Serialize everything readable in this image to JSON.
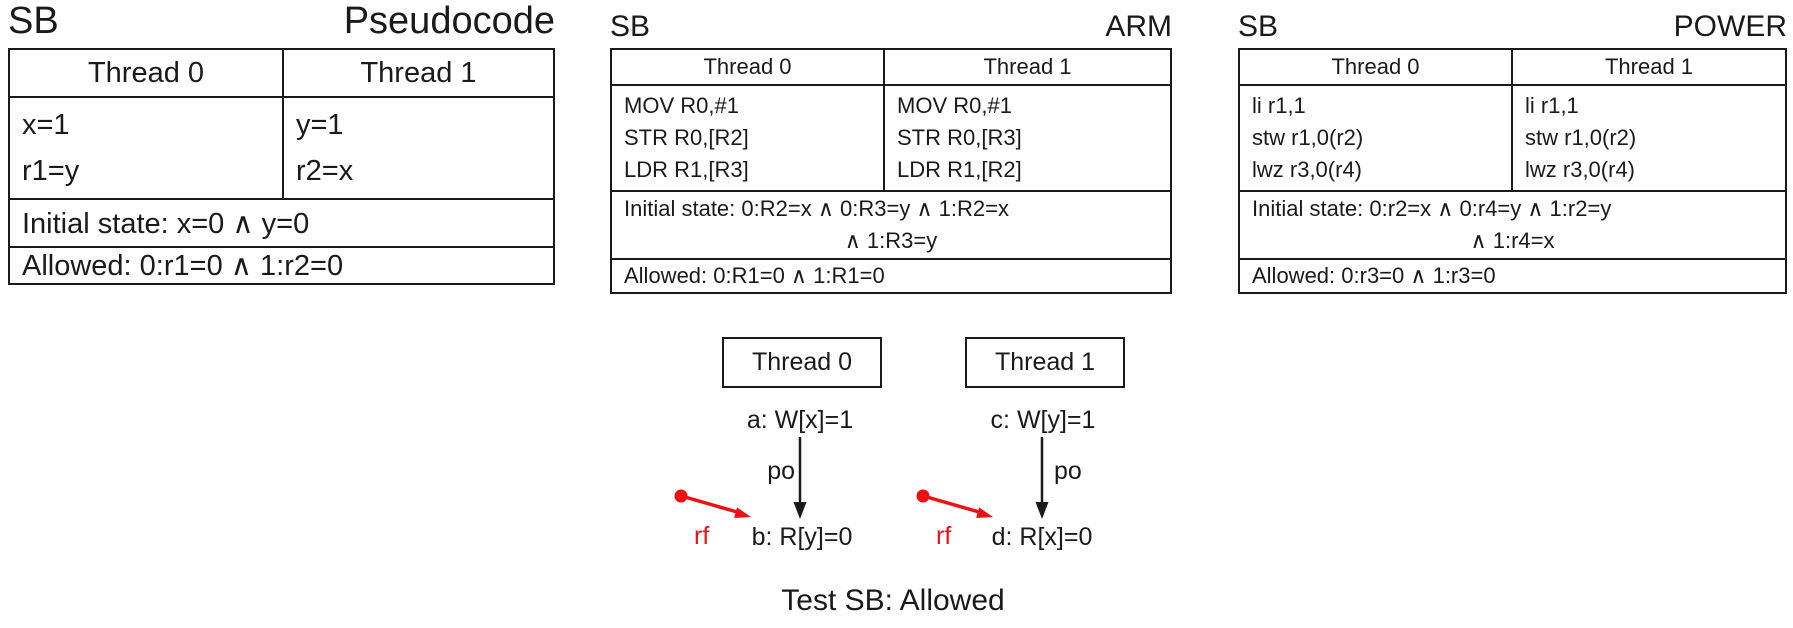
{
  "colors": {
    "text": "#1a1a1a",
    "rf_edge": "#ee1111"
  },
  "tables": {
    "pseudocode": {
      "name": "SB",
      "arch": "Pseudocode",
      "headers": [
        "Thread 0",
        "Thread 1"
      ],
      "thread0": [
        "x=1",
        "r1=y"
      ],
      "thread1": [
        "y=1",
        "r2=x"
      ],
      "initial": "Initial state: x=0 ∧ y=0",
      "allowed": "Allowed: 0:r1=0 ∧ 1:r2=0"
    },
    "arm": {
      "name": "SB",
      "arch": "ARM",
      "headers": [
        "Thread 0",
        "Thread 1"
      ],
      "thread0": [
        "MOV R0,#1",
        "STR R0,[R2]",
        "LDR R1,[R3]"
      ],
      "thread1": [
        "MOV R0,#1",
        "STR R0,[R3]",
        "LDR R1,[R2]"
      ],
      "initial_line1": "Initial state: 0:R2=x ∧ 0:R3=y ∧ 1:R2=x",
      "initial_line2": "∧ 1:R3=y",
      "allowed": "Allowed: 0:R1=0 ∧ 1:R1=0"
    },
    "power": {
      "name": "SB",
      "arch": "POWER",
      "headers": [
        "Thread 0",
        "Thread 1"
      ],
      "thread0": [
        "li r1,1",
        "stw r1,0(r2)",
        "lwz r3,0(r4)"
      ],
      "thread1": [
        "li r1,1",
        "stw r1,0(r2)",
        "lwz r3,0(r4)"
      ],
      "initial_line1": "Initial state: 0:r2=x ∧ 0:r4=y ∧ 1:r2=y",
      "initial_line2": "∧ 1:r4=x",
      "allowed": "Allowed: 0:r3=0 ∧ 1:r3=0"
    }
  },
  "diagram": {
    "thread0_box": "Thread 0",
    "thread1_box": "Thread 1",
    "event_a": "a: W[x]=1",
    "event_b": "b: R[y]=0",
    "event_c": "c: W[y]=1",
    "event_d": "d: R[x]=0",
    "po_label": "po",
    "rf_label": "rf",
    "caption": "Test SB: Allowed"
  }
}
